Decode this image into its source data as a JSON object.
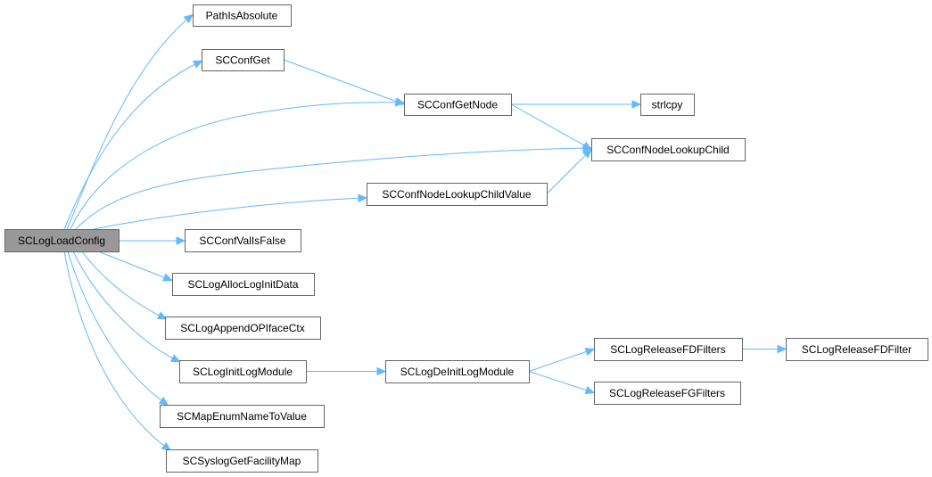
{
  "graph": {
    "nodes": [
      {
        "id": "root",
        "label": "SCLogLoadConfig",
        "root": true
      },
      {
        "id": "pia",
        "label": "PathIsAbsolute"
      },
      {
        "id": "cg",
        "label": "SCConfGet"
      },
      {
        "id": "cgn",
        "label": "SCConfGetNode"
      },
      {
        "id": "strl",
        "label": "strlcpy"
      },
      {
        "id": "cnlc",
        "label": "SCConfNodeLookupChild"
      },
      {
        "id": "cnlcv",
        "label": "SCConfNodeLookupChildValue"
      },
      {
        "id": "cvf",
        "label": "SCConfValIsFalse"
      },
      {
        "id": "alid",
        "label": "SCLogAllocLogInitData"
      },
      {
        "id": "aoic",
        "label": "SCLogAppendOPIfaceCtx"
      },
      {
        "id": "ilm",
        "label": "SCLogInitLogModule"
      },
      {
        "id": "dilm",
        "label": "SCLogDeInitLogModule"
      },
      {
        "id": "rfdfs",
        "label": "SCLogReleaseFDFilters"
      },
      {
        "id": "rfdf",
        "label": "SCLogReleaseFDFilter"
      },
      {
        "id": "rfgf",
        "label": "SCLogReleaseFGFilters"
      },
      {
        "id": "menv",
        "label": "SCMapEnumNameToValue"
      },
      {
        "id": "sgfm",
        "label": "SCSyslogGetFacilityMap"
      }
    ],
    "edges": [
      {
        "from": "root",
        "to": "pia"
      },
      {
        "from": "root",
        "to": "cg"
      },
      {
        "from": "root",
        "to": "cgn"
      },
      {
        "from": "root",
        "to": "cnlc"
      },
      {
        "from": "root",
        "to": "cnlcv"
      },
      {
        "from": "root",
        "to": "cvf"
      },
      {
        "from": "root",
        "to": "alid"
      },
      {
        "from": "root",
        "to": "aoic"
      },
      {
        "from": "root",
        "to": "ilm"
      },
      {
        "from": "root",
        "to": "menv"
      },
      {
        "from": "root",
        "to": "sgfm"
      },
      {
        "from": "cg",
        "to": "cgn"
      },
      {
        "from": "cgn",
        "to": "strl"
      },
      {
        "from": "cgn",
        "to": "cnlc"
      },
      {
        "from": "cnlcv",
        "to": "cnlc"
      },
      {
        "from": "ilm",
        "to": "dilm"
      },
      {
        "from": "dilm",
        "to": "rfdfs"
      },
      {
        "from": "dilm",
        "to": "rfgf"
      },
      {
        "from": "rfdfs",
        "to": "rfdf"
      }
    ]
  }
}
